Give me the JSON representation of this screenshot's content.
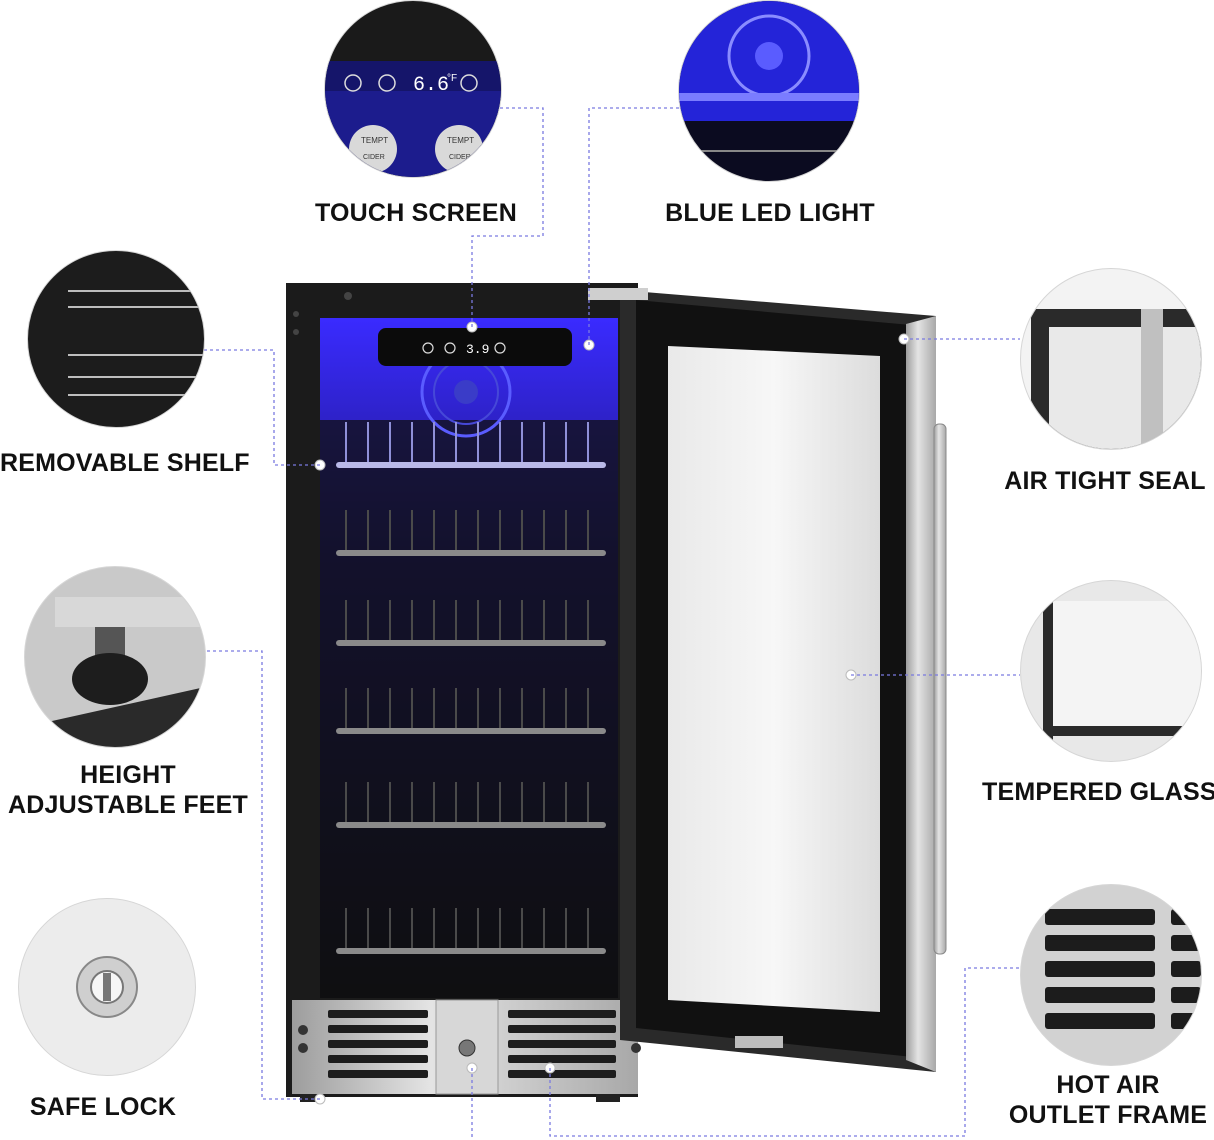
{
  "features": {
    "touch_screen": "TOUCH SCREEN",
    "blue_led_light": "BLUE LED LIGHT",
    "removable_shelf": "REMOVABLE SHELF",
    "air_tight_seal": "AIR TIGHT SEAL",
    "height_adjustable_feet_line1": "HEIGHT",
    "height_adjustable_feet_line2": "ADJUSTABLE FEET",
    "tempered_glass": "TEMPERED GLASS",
    "safe_lock": "SAFE LOCK",
    "hot_air_outlet_frame_line1": "HOT AIR",
    "hot_air_outlet_frame_line2": "OUTLET FRAME"
  },
  "touch_panel": {
    "closeup_display": "6.6",
    "closeup_unit": "°F",
    "main_display": "3.9",
    "can_brand": "TEMPT",
    "can_label": "CIDER"
  },
  "colors": {
    "led_blue": "#2a2bff",
    "callout_line": "#7a7ae0",
    "steel": "#c8c8c8",
    "cabinet": "#1a1a1a"
  }
}
